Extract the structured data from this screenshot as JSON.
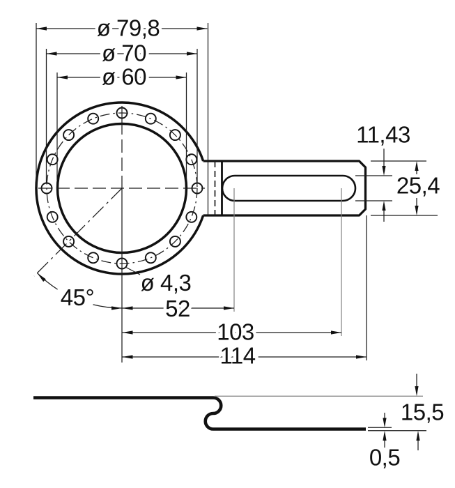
{
  "drawing": {
    "title": "flange-with-slotted-arm-dimension-drawing",
    "background_color": "#ffffff",
    "line_color": "#111111",
    "thin_line_color": "#808080",
    "views": {
      "front_view": "circular flange with 16 bolt holes and slotted arm to the right",
      "side_view": "thin sheet profile with offset jog bend"
    },
    "dimensions": {
      "outer_diameter": "ø 79,8",
      "bolt_circle_diameter": "ø 70",
      "inner_diameter": "ø 60",
      "slot_width": "11,43",
      "arm_width": "25,4",
      "hole_diameter": "ø 4,3",
      "hole_spacing_angle": "45°",
      "slot_start_length": "52",
      "slot_end_length": "103",
      "total_arm_length": "114",
      "profile_height": "15,5",
      "sheet_thickness": "0,5"
    }
  }
}
